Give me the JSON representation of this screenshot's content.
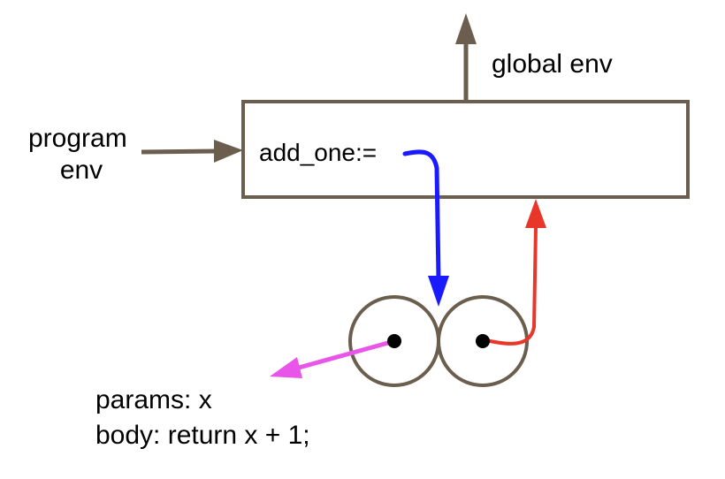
{
  "labels": {
    "global_env": "global env",
    "program_env_line1": "program",
    "program_env_line2": "env",
    "binding": "add_one:=",
    "params": "params: x",
    "body": "body: return x + 1;"
  },
  "colors": {
    "frame": "#6b5e4e",
    "binding_arrow": "#1a1aff",
    "env_arrow": "#e8372a",
    "params_arrow": "#e855e8",
    "dot": "#000000"
  }
}
